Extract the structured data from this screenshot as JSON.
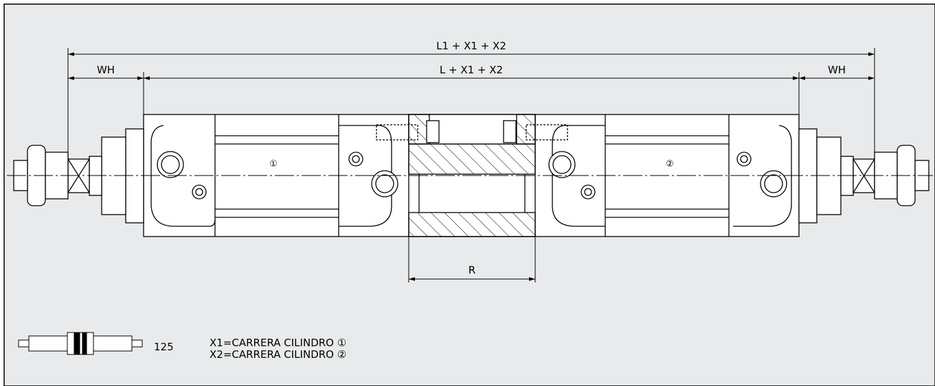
{
  "dimensions": {
    "overall": "L1 + X1 + X2",
    "body": "L + X1 + X2",
    "wh_left": "WH",
    "wh_right": "WH",
    "r": "R"
  },
  "cylinder_markers": {
    "left": "①",
    "right": "②"
  },
  "legend": {
    "size_value": "125",
    "x1_line": "X1=CARRERA CILINDRO ①",
    "x2_line": "X2=CARRERA CILINDRO ②"
  },
  "colors": {
    "panel_background": "#e9eaeb",
    "line": "#000000"
  }
}
